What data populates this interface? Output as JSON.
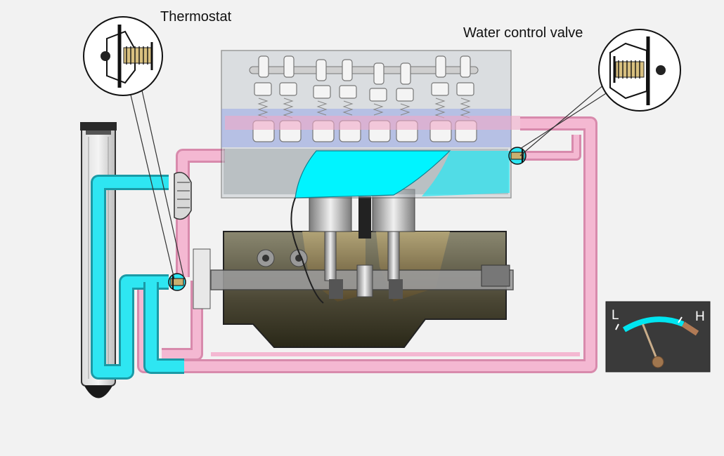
{
  "labels": {
    "thermostat": "Thermostat",
    "water_control_valve": "Water control valve"
  },
  "gauge": {
    "low_label": "L",
    "high_label": "H",
    "needle_level": 0.2,
    "colors": {
      "face": "#3a3a3a",
      "cool_arc": "#00e5f0",
      "hot_arc": "#b07a55",
      "needle": "#c9ad8a"
    }
  },
  "colors": {
    "coolant_cold": "#2ee6f2",
    "coolant_hot": "#f0a8c8",
    "engine_block": "#4a4a3a",
    "head_glass": "#c8ccd2",
    "background": "#f2f2f2"
  }
}
